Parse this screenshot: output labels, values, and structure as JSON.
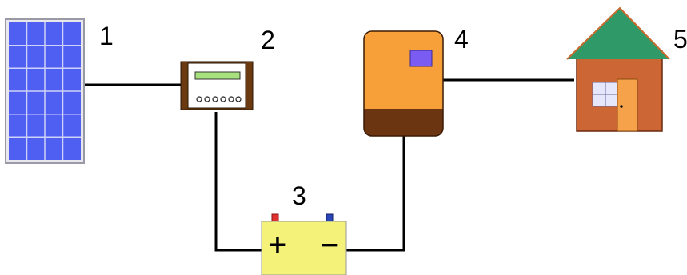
{
  "components": [
    {
      "id": "solar-panel",
      "number": "1"
    },
    {
      "id": "charge-controller",
      "number": "2"
    },
    {
      "id": "battery",
      "number": "3",
      "positive_symbol": "+",
      "negative_symbol": "−"
    },
    {
      "id": "inverter",
      "number": "4"
    },
    {
      "id": "house",
      "number": "5"
    }
  ],
  "colors": {
    "panel_cell": "#4f5ff2",
    "panel_grid": "#cfd3f8",
    "controller_body": "#6b3a10",
    "controller_display": "#a7e27f",
    "battery_body": "#f5f27a",
    "battery_positive_terminal": "#e03030",
    "battery_negative_terminal": "#2a46b8",
    "inverter_top": "#f7a03a",
    "inverter_bottom": "#6a3510",
    "inverter_screen": "#7b5cf2",
    "house_roof": "#2f9a68",
    "house_wall": "#cc6634",
    "house_door": "#f5a24a",
    "house_window": "#e6e7fa",
    "wire": "#000000"
  }
}
